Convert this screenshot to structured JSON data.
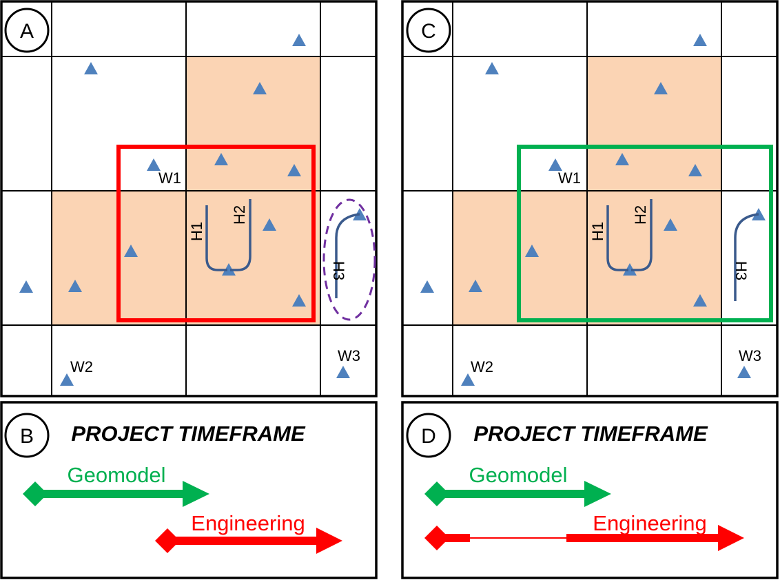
{
  "panels": {
    "a": {
      "label": "A"
    },
    "b": {
      "label": "B",
      "title": "PROJECT TIMEFRAME",
      "geomodel": "Geomodel",
      "engineering": "Engineering"
    },
    "c": {
      "label": "C"
    },
    "d": {
      "label": "D",
      "title": "PROJECT TIMEFRAME",
      "geomodel": "Geomodel",
      "engineering": "Engineering"
    }
  },
  "wells": {
    "w1": "W1",
    "w2": "W2",
    "w3": "W3"
  },
  "horizontals": {
    "h1": "H1",
    "h2": "H2",
    "h3": "H3"
  },
  "colors": {
    "shade": "#fbd4b4",
    "grid": "#000000",
    "triangle": "#4f81bd",
    "well_path": "#3a5a8c",
    "red": "#ff0000",
    "green": "#00b050",
    "ellipse": "#7030a0"
  }
}
